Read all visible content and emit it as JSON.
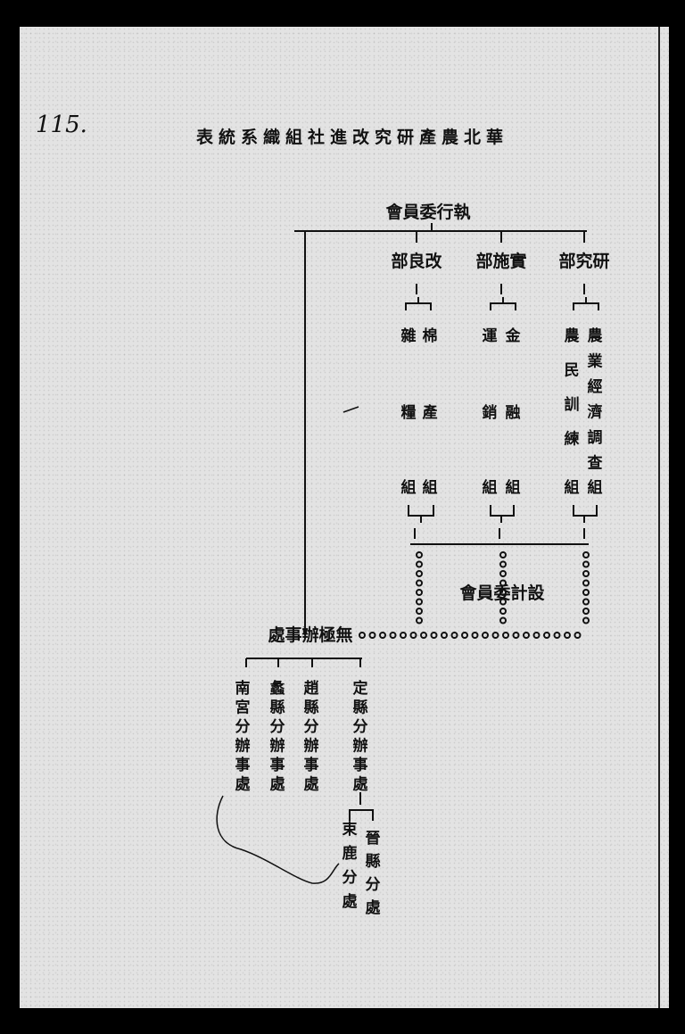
{
  "page_number": "115.",
  "title": "華北農產研究改進社組織系統表",
  "executive_committee": "執行委員會",
  "departments": [
    {
      "name": "改良部",
      "groups": [
        {
          "text": "棉產組"
        },
        {
          "text": "雜糧組"
        }
      ]
    },
    {
      "name": "實施部",
      "groups": [
        {
          "text": "金融組"
        },
        {
          "text": "運銷組"
        }
      ]
    },
    {
      "name": "研究部",
      "groups": [
        {
          "text": "農業經濟調查組"
        },
        {
          "text": "農民訓練組"
        }
      ]
    }
  ],
  "design_committee": "設計委員會",
  "wuji_office": "無極辦事處",
  "branch_offices": [
    "南宮分辦事處",
    "蠡縣分辦事處",
    "趙縣分辦事處",
    "定縣分辦事處"
  ],
  "sub_offices": [
    "晉縣分處",
    "束鹿分處"
  ]
}
